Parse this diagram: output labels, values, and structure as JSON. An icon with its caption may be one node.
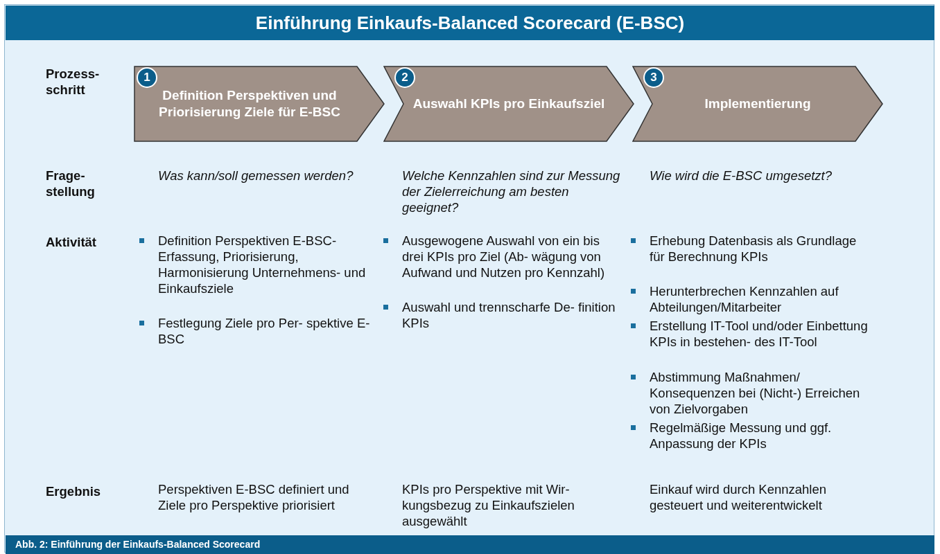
{
  "diagram": {
    "title": "Einführung Einkaufs-Balanced Scorecard (E-BSC)",
    "caption": "Abb. 2: Einführung der Einkaufs-Balanced Scorecard",
    "nodes": [
      {
        "text": [
          "Definition Perspektiven und Priorisierung Ziele für E-BSC"
        ]
      },
      {
        "text": [
          "1"
        ],
        "in": 0
      },
      {
        "text": [
          "Auswahl KPIs pro Einkaufsziel"
        ]
      },
      {
        "text": [
          "2"
        ],
        "in": 2
      },
      {
        "text": [
          "Implementierung"
        ]
      },
      {
        "text": [
          "3"
        ],
        "in": 4
      }
    ],
    "edges": [],
    "labels": [
      "Prozess- schritt",
      "Frage- stellung",
      "Was kann/soll gemessen werden?",
      "Welche Kennzahlen sind zur Messung der Zielerreichung am besten geeignet?",
      "Wie wird die E-BSC umgesetzt?",
      "Aktivität",
      "Definition Perspektiven E-BSC-Erfassung, Priorisierung, Harmonisierung Unternehmens- und Einkaufsziele",
      "Festlegung Ziele pro Per- spektive E-BSC",
      "Ausgewogene Auswahl von ein bis drei KPIs pro Ziel (Ab- wägung von Aufwand und Nutzen pro Kennzahl)",
      "Auswahl und trennscharfe De- finition KPIs",
      "Erhebung Datenbasis als Grundlage für Berechnung KPIs",
      "Herunterbrechen Kennzahlen auf Abteilungen/Mitarbeiter",
      "Erstellung IT-Tool und/oder Einbettung KPIs in bestehen- des IT-Tool",
      "Abstimmung Maßnahmen/ Konsequenzen bei (Nicht-) Erreichen von Zielvorgaben",
      "Regelmäßige Messung und ggf. Anpassung der KPIs",
      "Ergebnis",
      "Perspektiven E-BSC definiert und Ziele pro Perspektive priorisiert",
      "KPIs pro Perspektive mit Wir- kungsbezug zu Einkaufszielen ausgewählt",
      "Einkauf wird durch Kennzahlen gesteuert und weiterentwickelt"
    ]
  }
}
